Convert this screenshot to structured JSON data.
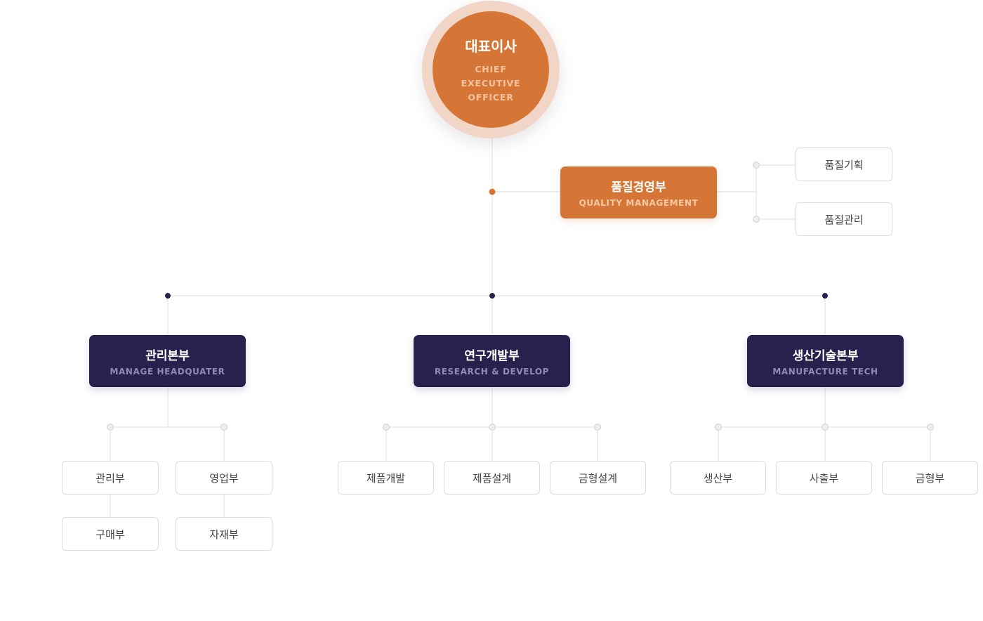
{
  "ceo": {
    "title_kr": "대표이사",
    "title_en": "CHIEF EXECUTIVE OFFICER"
  },
  "quality": {
    "title_kr": "품질경영부",
    "title_en": "QUALITY MANAGEMENT",
    "teams": [
      "품질기획",
      "품질관리"
    ]
  },
  "divisions": [
    {
      "title_kr": "관리본부",
      "title_en": "MANAGE HEADQUATER",
      "teams": [
        "관리부",
        "영업부",
        "구매부",
        "자재부"
      ]
    },
    {
      "title_kr": "연구개발부",
      "title_en": "RESEARCH & DEVELOP",
      "teams": [
        "제품개발",
        "제품설계",
        "금형설계"
      ]
    },
    {
      "title_kr": "생산기술본부",
      "title_en": "MANUFACTURE TECH",
      "teams": [
        "생산부",
        "사출부",
        "금형부"
      ]
    }
  ],
  "colors": {
    "accent_orange": "#d67636",
    "navy": "#29214d",
    "line": "#dcdcdc",
    "ceo_halo": "#f1d6c8"
  }
}
